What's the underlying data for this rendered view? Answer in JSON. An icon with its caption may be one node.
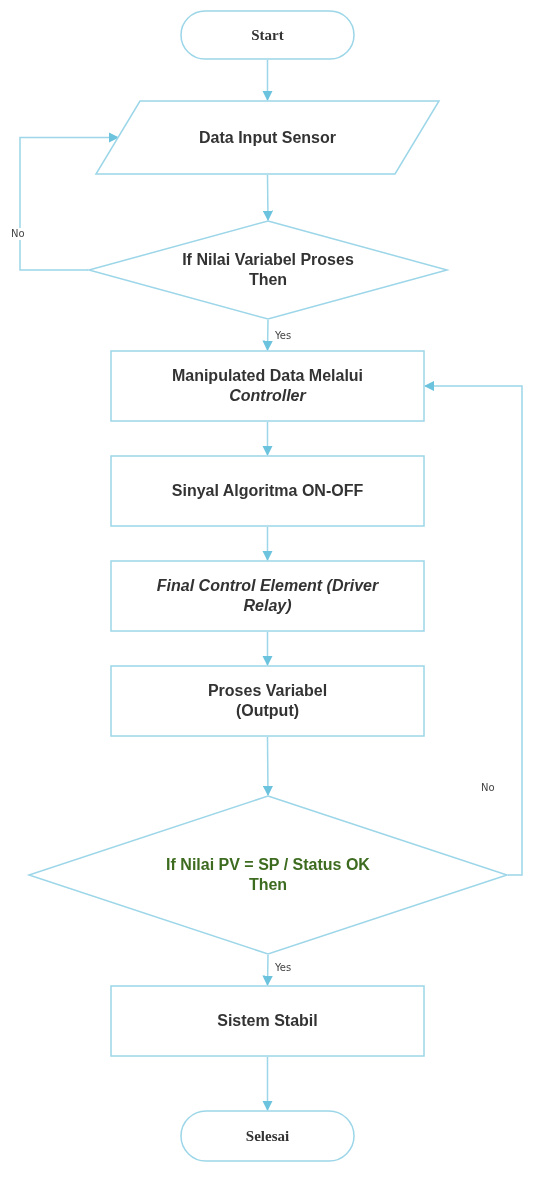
{
  "diagram": {
    "nodes": [
      {
        "text": [
          "Start"
        ]
      },
      {
        "text": [
          "Data Input Sensor"
        ]
      },
      {
        "text": [
          "If Nilai Variabel Proses Then"
        ]
      },
      {
        "text": [
          "Manipulated Data Melalui *Controller*"
        ]
      },
      {
        "text": [
          "Sinyal Algoritma ON-OFF"
        ]
      },
      {
        "text": [
          "Final Control Element (Driver Relay)"
        ]
      },
      {
        "text": [
          "Proses Variabel (Output)"
        ]
      },
      {
        "text": [
          "If Nilai PV = SP / Status OK Then"
        ]
      },
      {
        "text": [
          "Sistem Stabil"
        ]
      },
      {
        "text": [
          "Selesai"
        ]
      }
    ],
    "edges": [
      {
        "from": 0,
        "to": 1,
        "arrow": "to"
      },
      {
        "from": 1,
        "to": 2,
        "arrow": "to"
      },
      {
        "from": 2,
        "to": 3,
        "arrow": "to",
        "label": "Yes"
      },
      {
        "from": 2,
        "to": 1,
        "arrow": "to",
        "label": "No"
      },
      {
        "from": 3,
        "to": 4,
        "arrow": "to"
      },
      {
        "from": 4,
        "to": 5,
        "arrow": "to"
      },
      {
        "from": 5,
        "to": 6,
        "arrow": "to"
      },
      {
        "from": 6,
        "to": 7,
        "arrow": "to"
      },
      {
        "from": 7,
        "to": 8,
        "arrow": "to",
        "label": "Yes"
      },
      {
        "from": 7,
        "to": 3,
        "arrow": "to",
        "label": "No"
      },
      {
        "from": 8,
        "to": 9,
        "arrow": "to"
      }
    ]
  }
}
